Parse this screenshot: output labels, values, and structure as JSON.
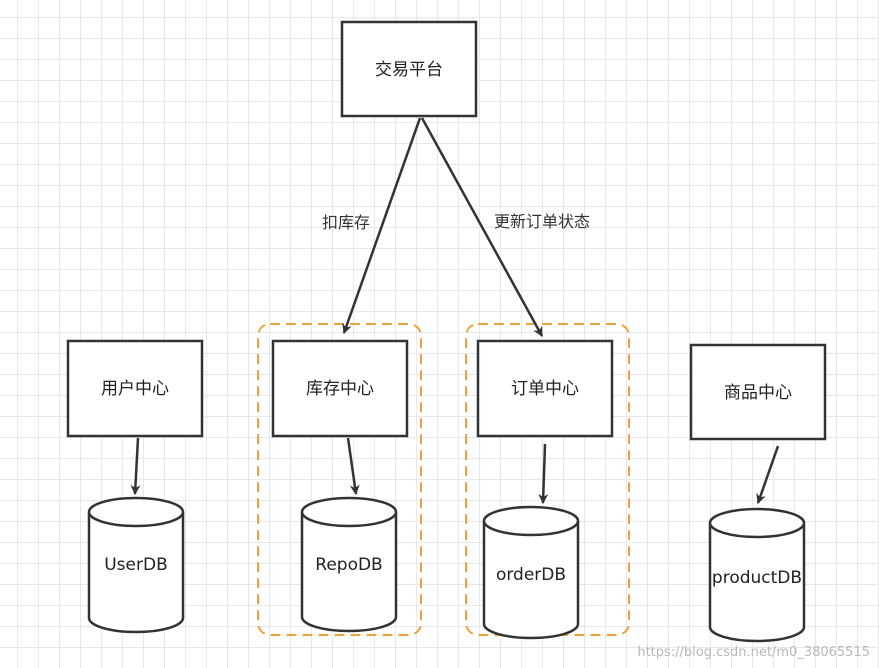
{
  "nodes": {
    "platform": {
      "label": "交易平台"
    },
    "user_center": {
      "label": "用户中心"
    },
    "repo_center": {
      "label": "库存中心"
    },
    "order_center": {
      "label": "订单中心"
    },
    "product_center": {
      "label": "商品中心"
    }
  },
  "databases": {
    "user_db": {
      "label": "UserDB"
    },
    "repo_db": {
      "label": "RepoDB"
    },
    "order_db": {
      "label": "orderDB"
    },
    "product_db": {
      "label": "productDB"
    }
  },
  "edges": {
    "deduct_stock": {
      "label": "扣库存"
    },
    "update_order_status": {
      "label": "更新订单状态"
    }
  },
  "colors": {
    "stroke": "#333333",
    "highlight": "#f0a040"
  },
  "watermark": "https://blog.csdn.net/m0_38065515"
}
